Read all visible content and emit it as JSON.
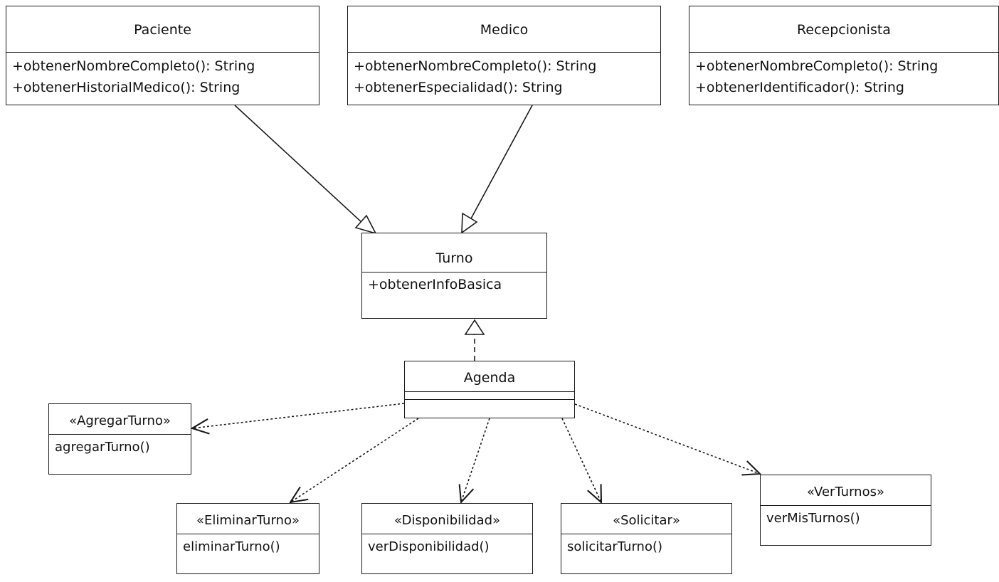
{
  "classes": {
    "paciente": {
      "name": "Paciente",
      "ops": [
        "+obtenerNombreCompleto(): String",
        "+obtenerHistorialMedico(): String"
      ]
    },
    "medico": {
      "name": "Medico",
      "ops": [
        "+obtenerNombreCompleto(): String",
        "+obtenerEspecialidad(): String"
      ]
    },
    "recepcionista": {
      "name": "Recepcionista",
      "ops": [
        "+obtenerNombreCompleto(): String",
        "+obtenerIdentificador(): String"
      ]
    },
    "turno": {
      "name": "Turno",
      "ops": [
        "+obtenerInfoBasica"
      ]
    },
    "agenda": {
      "name": "Agenda"
    }
  },
  "interfaces": {
    "agregar": {
      "stereotype": "«AgregarTurno»",
      "op": "agregarTurno()"
    },
    "eliminar": {
      "stereotype": "«EliminarTurno»",
      "op": "eliminarTurno()"
    },
    "disponibilidad": {
      "stereotype": "«Disponibilidad»",
      "op": "verDisponibilidad()"
    },
    "solicitar": {
      "stereotype": "«Solicitar»",
      "op": "solicitarTurno()"
    },
    "verturnos": {
      "stereotype": "«VerTurnos»",
      "op": "verMisTurnos()"
    }
  }
}
